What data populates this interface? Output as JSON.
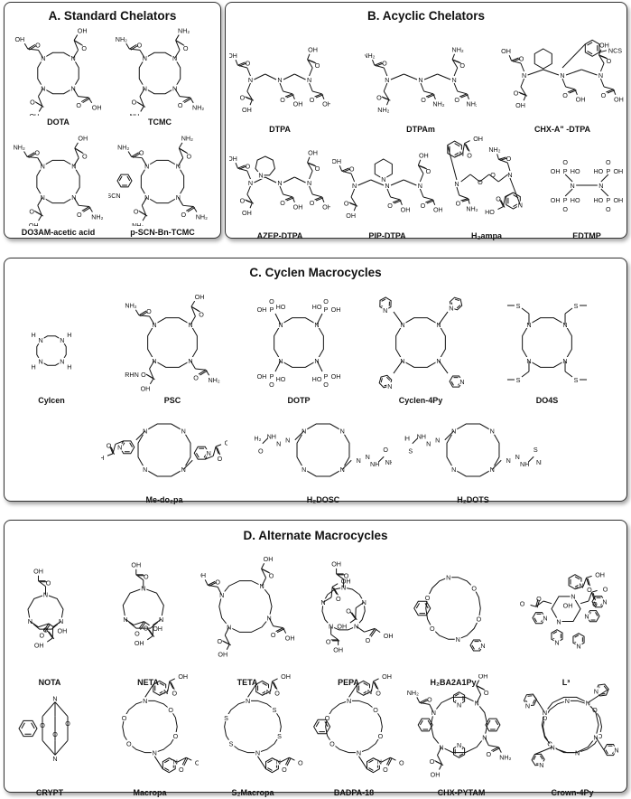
{
  "panels": {
    "a": {
      "title": "A. Standard Chelators",
      "compounds": [
        "DOTA",
        "TCMC",
        "DO3AM-acetic acid",
        "p-SCN-Bn-TCMC"
      ]
    },
    "b": {
      "title": "B. Acyclic Chelators",
      "compounds": [
        "DTPA",
        "DTPAm",
        "CHX-A\" -DTPA",
        "AZEP-DTPA",
        "PIP-DTPA",
        "H₂ampa",
        "EDTMP"
      ]
    },
    "c": {
      "title": "C. Cyclen Macrocycles",
      "compounds": [
        "Cylcen",
        "PSC",
        "DOTP",
        "Cyclen-4Py",
        "DO4S",
        "Me-do₂pa",
        "H₂DOSC",
        "H₂DOTS"
      ]
    },
    "d": {
      "title": "D. Alternate Macrocycles",
      "compounds": [
        "NOTA",
        "NETA",
        "TETA",
        "PEPA",
        "H₂BA2A1Py",
        "L³",
        "CRYPT",
        "Macropa",
        "S₂Macropa",
        "BADPA-18",
        "CHX-PYTAM",
        "Crown-4Py"
      ]
    }
  },
  "atoms": {
    "N": "N",
    "H": "H",
    "O": "O",
    "S": "S",
    "OH": "OH",
    "NH2": "NH₂",
    "H2N": "H₂N",
    "P": "P",
    "NCS": "NCS",
    "SCN": "SCN",
    "RHN": "RHN",
    "HO": "HO",
    "NH": "NH"
  }
}
